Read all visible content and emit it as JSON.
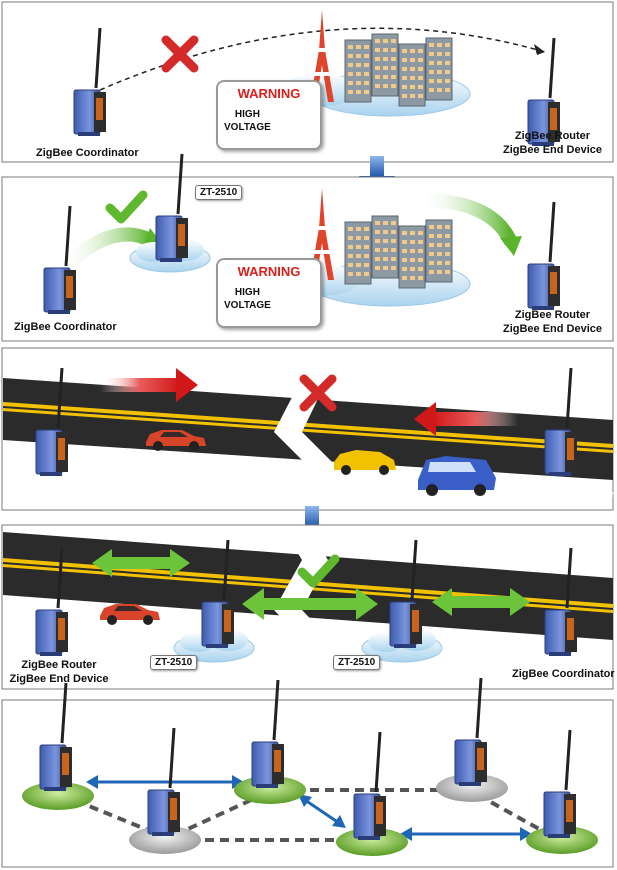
{
  "panel1": {
    "left_label": "ZigBee Coordinator",
    "right_label_1": "ZigBee Router",
    "right_label_2": "ZigBee End Device",
    "warning": "WARNING",
    "high": "HIGH",
    "voltage": "VOLTAGE"
  },
  "panel2": {
    "left_label": "ZigBee Coordinator",
    "right_label_1": "ZigBee Router",
    "right_label_2": "ZigBee End Device",
    "repeater": "ZT-2510",
    "warning": "WARNING",
    "high": "HIGH",
    "voltage": "VOLTAGE"
  },
  "panel3": {
    "left_label_1": "ZigBee Router",
    "left_label_2": "ZigBee End Device",
    "right_label": "ZigBee Coordinator"
  },
  "panel4": {
    "left_label_1": "ZigBee Router",
    "left_label_2": "ZigBee End Device",
    "right_label": "ZigBee Coordinator",
    "repeater_a": "ZT-2510",
    "repeater_b": "ZT-2510"
  },
  "colors": {
    "device_blue": "#5a78c8",
    "x_red": "#d42a2a",
    "check_green": "#5fb82e",
    "road": "#2b2b2b",
    "road_line": "#f2c200",
    "arrow_blue": "#1f66b8",
    "arrow_green": "#6cc43a"
  }
}
